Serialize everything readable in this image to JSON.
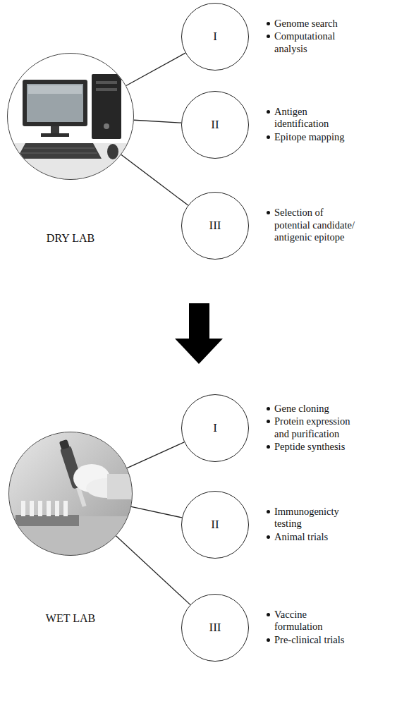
{
  "diagram": {
    "nodes": [
      {
        "text": [
          "DRY LAB"
        ]
      },
      {
        "text": [
          "I",
          "Genome search",
          "Computational analysis"
        ]
      },
      {
        "text": [
          "II",
          "Antigen identification",
          "Epitope mapping"
        ]
      },
      {
        "text": [
          "III",
          "Selection of potential candidate/ antigenic epitope"
        ]
      },
      {
        "text": [
          "WET LAB"
        ]
      },
      {
        "text": [
          "I",
          "Gene cloning",
          "Protein expression and purification",
          "Peptide synthesis"
        ]
      },
      {
        "text": [
          "II",
          "Immunogenicty testing",
          "Animal trials"
        ]
      },
      {
        "text": [
          "III",
          "Vaccine formulation",
          "Pre-clinical trials"
        ]
      }
    ],
    "edges": [
      {
        "from": 0,
        "to": 1,
        "arrow": "none"
      },
      {
        "from": 0,
        "to": 2,
        "arrow": "none"
      },
      {
        "from": 0,
        "to": 3,
        "arrow": "none"
      },
      {
        "from": 4,
        "to": 5,
        "arrow": "none"
      },
      {
        "from": 4,
        "to": 6,
        "arrow": "none"
      },
      {
        "from": 4,
        "to": 7,
        "arrow": "none"
      }
    ]
  }
}
